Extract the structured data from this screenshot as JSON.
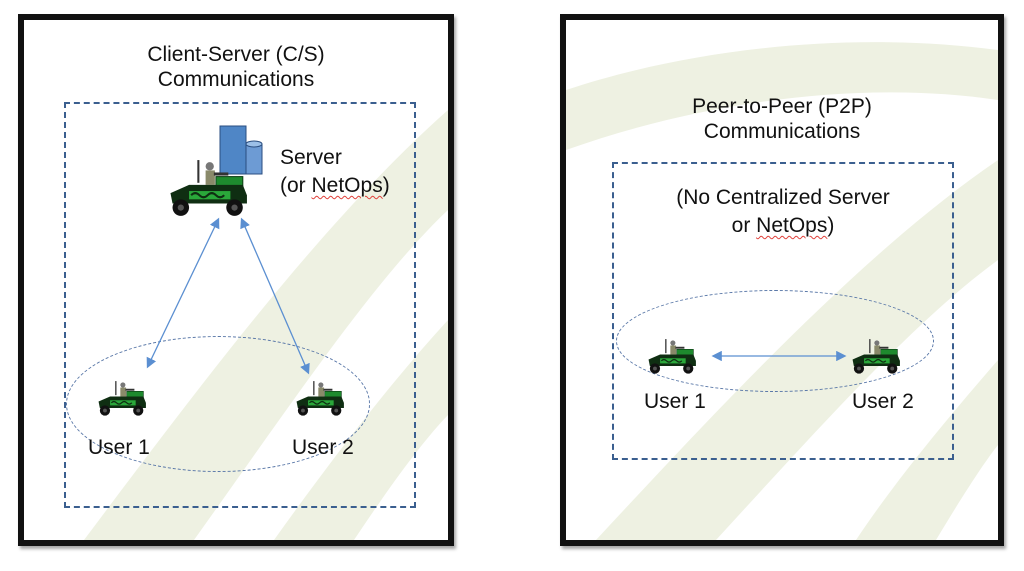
{
  "left_panel": {
    "title_line1": "Client-Server (C/S)",
    "title_line2": "Communications",
    "server_line1": "Server",
    "server_line2_prefix": "(or ",
    "server_line2_word": "NetOps",
    "server_line2_suffix": ")",
    "user1": "User 1",
    "user2": "User 2"
  },
  "right_panel": {
    "title_line1": "Peer-to-Peer (P2P)",
    "title_line2": "Communications",
    "note_line1": "(No Centralized Server",
    "note_line2_prefix": "or ",
    "note_line2_word": "NetOps",
    "note_line2_suffix": ")",
    "user1": "User 1",
    "user2": "User 2"
  },
  "colors": {
    "dash_box": "#3b5f8f",
    "arrow": "#5b8fd1",
    "vehicle_green": "#1e8a2e",
    "server_blue": "#4f86c6",
    "background_swoosh": "#eef1e2"
  },
  "icons": [
    "server-icon",
    "vehicle-icon",
    "soldier-icon"
  ]
}
